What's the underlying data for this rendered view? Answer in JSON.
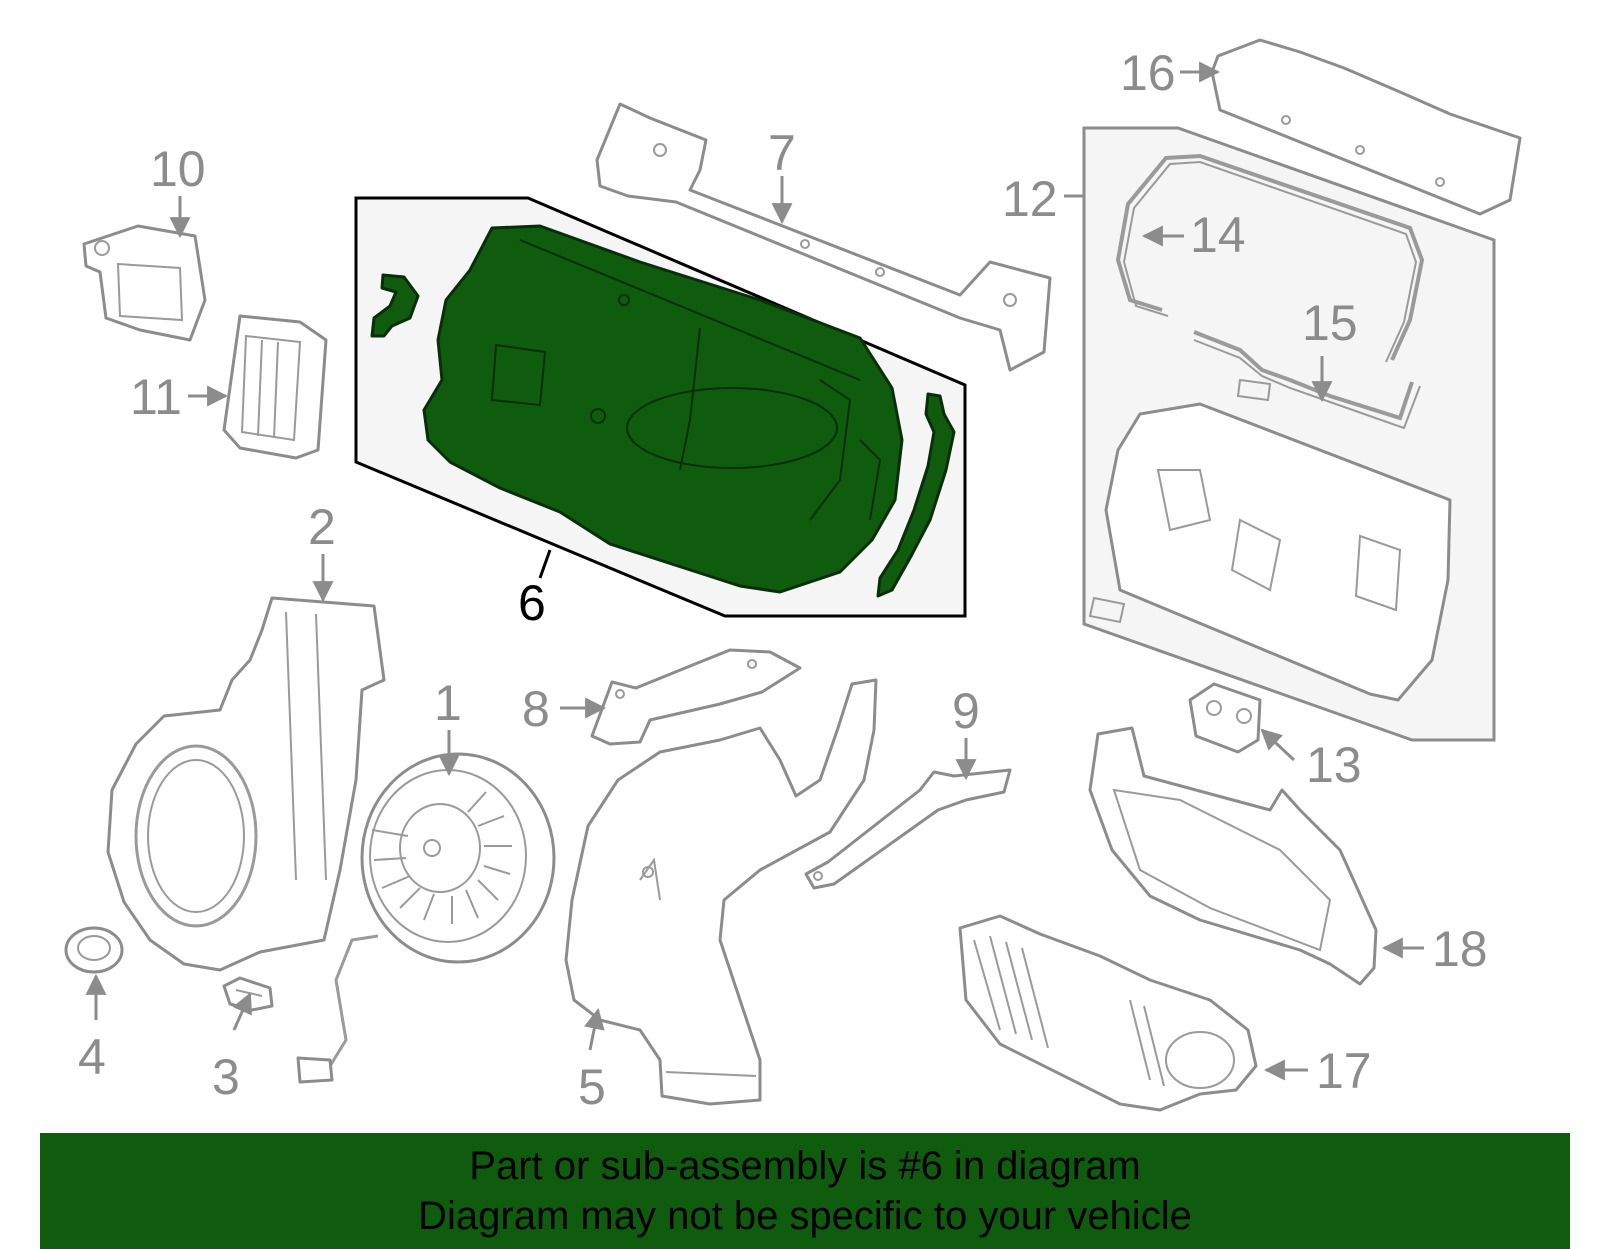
{
  "highlight": {
    "fill_color": "#0f5c0f",
    "banner_color": "#0f5c0f",
    "part_number": "6"
  },
  "callouts": [
    "1",
    "2",
    "3",
    "4",
    "5",
    "6",
    "7",
    "8",
    "9",
    "10",
    "11",
    "12",
    "13",
    "14",
    "15",
    "16",
    "17",
    "18"
  ],
  "footer": {
    "line1": "Part or sub-assembly is #6 in diagram",
    "line2": "Diagram may not be specific to your vehicle"
  }
}
